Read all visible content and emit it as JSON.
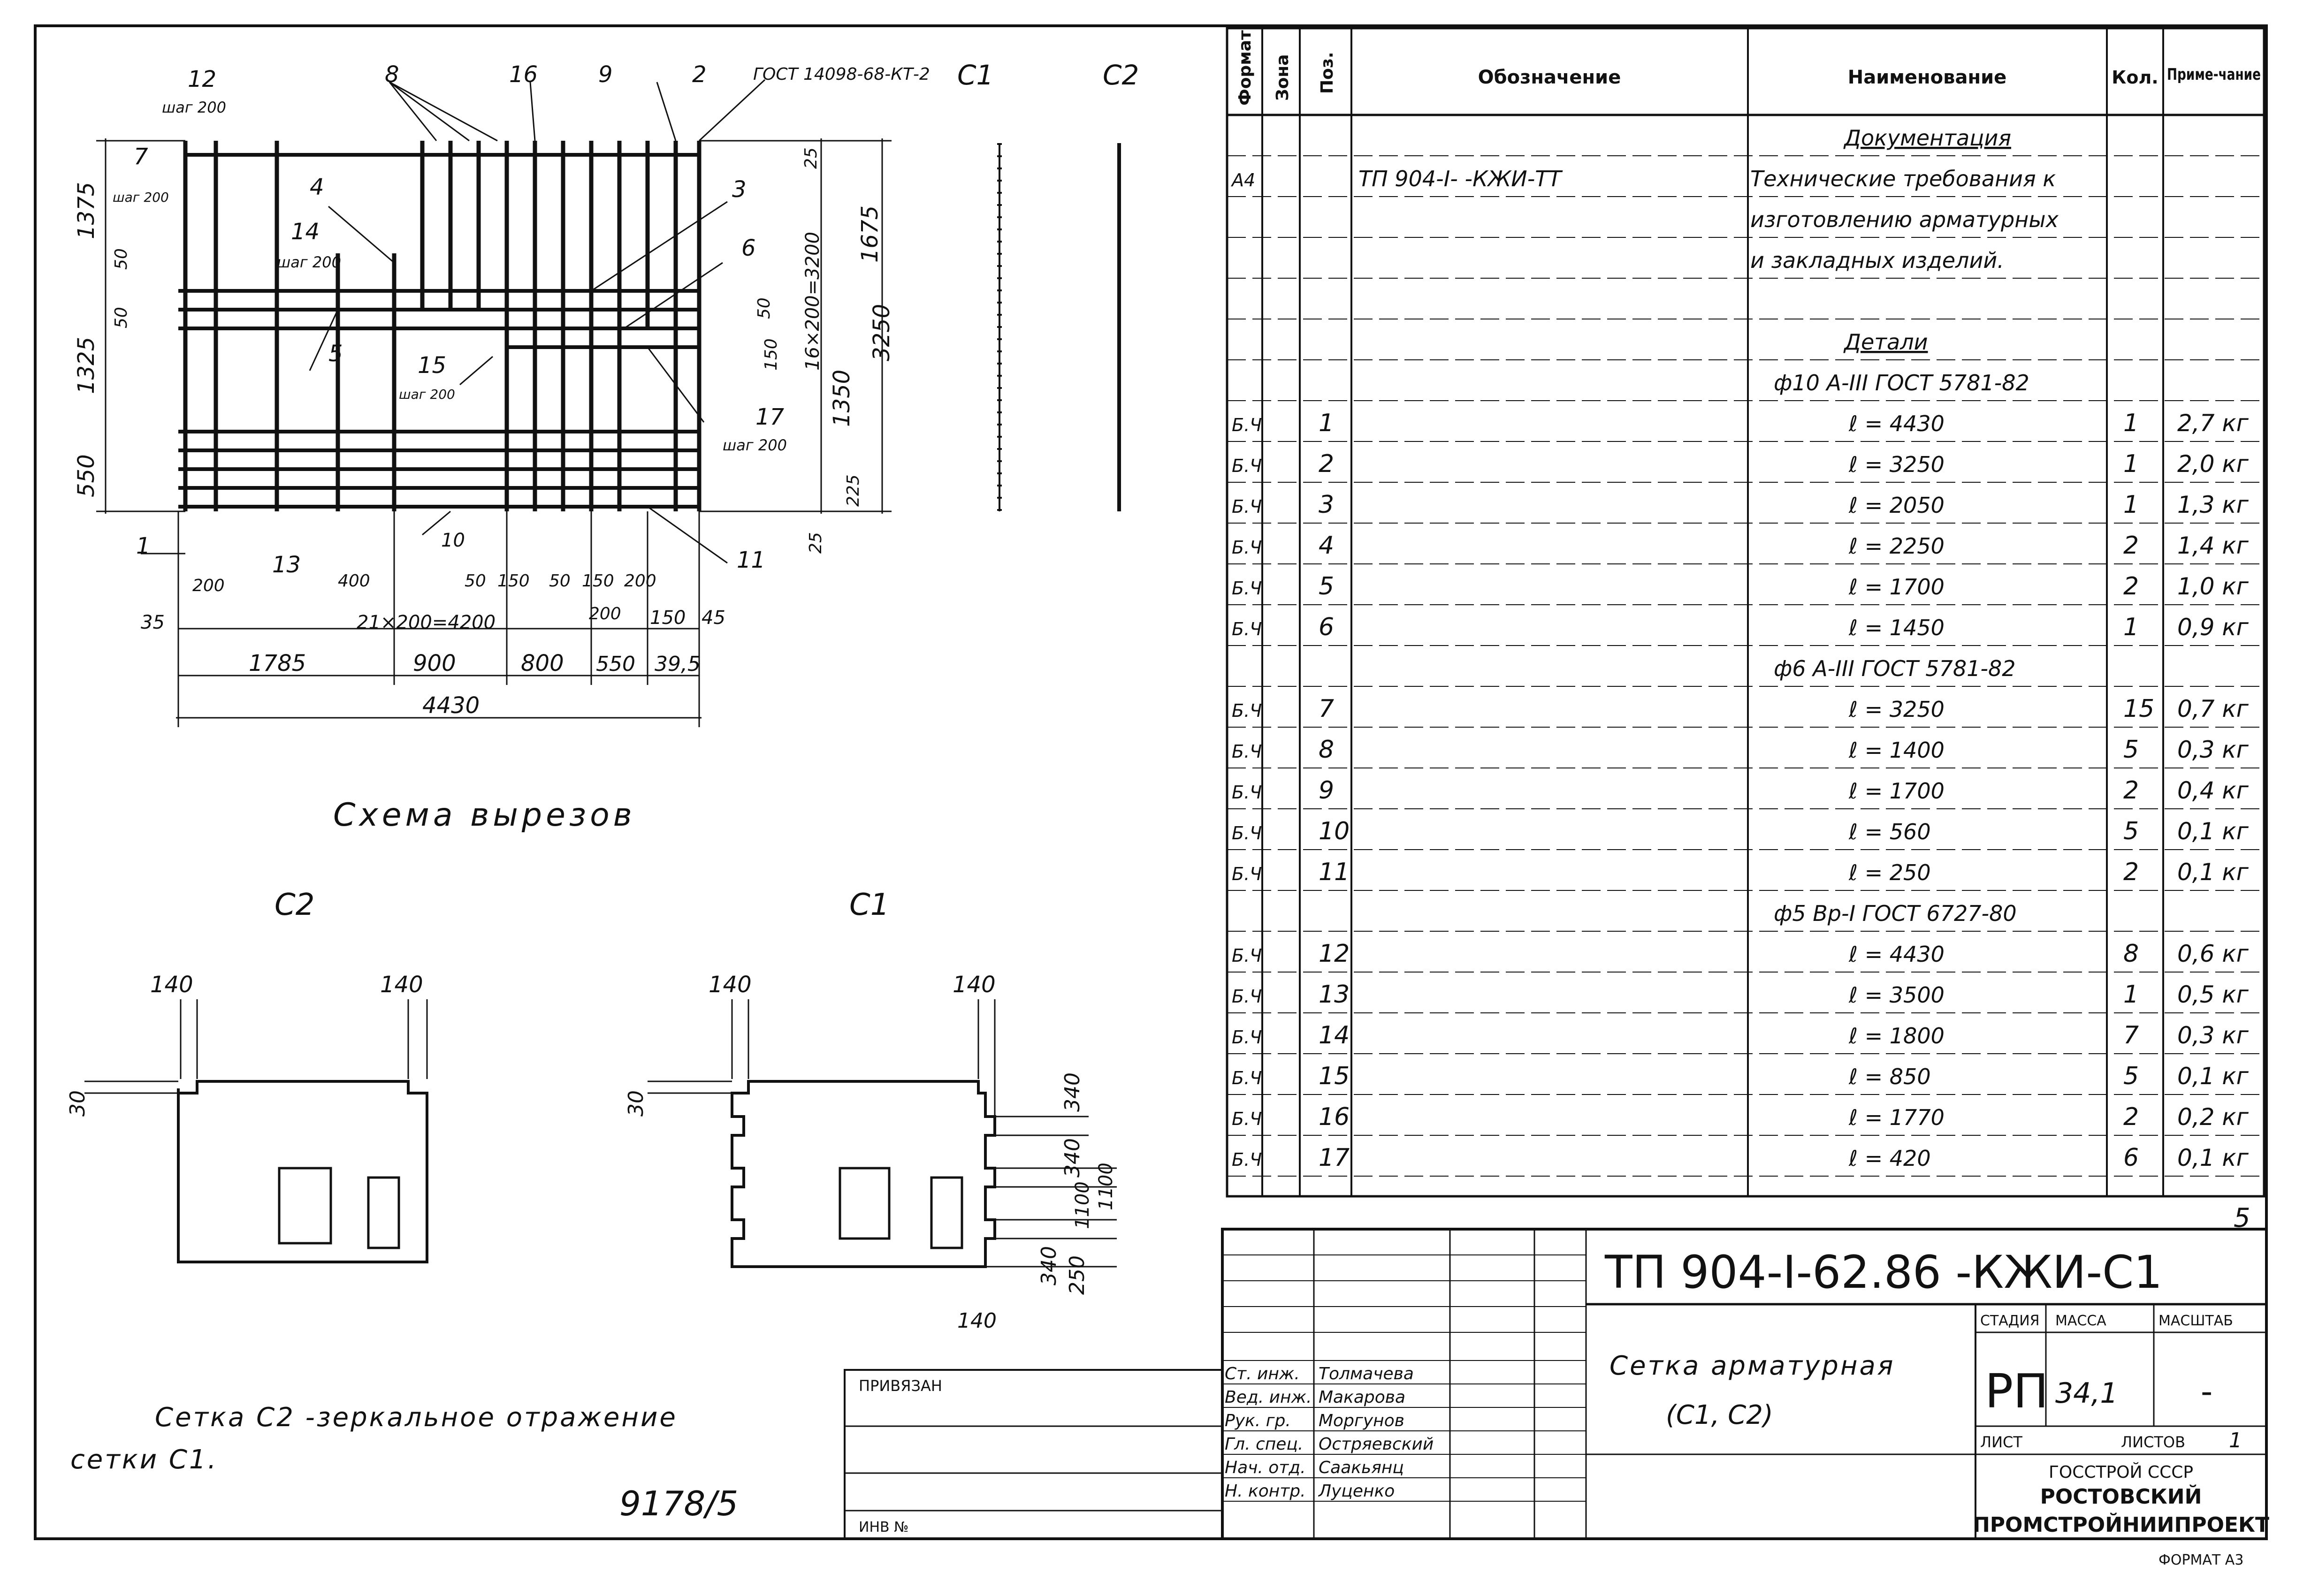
{
  "drawing": {
    "sheet_code": "ТП 904-I-62.86 -КЖИ-С1",
    "title": "Сетка арматурная",
    "subtitle": "(С1, С2)",
    "sheet_number_top": "5",
    "bottom_code": "9178/5",
    "format_label": "ФОРМАТ А3",
    "note": [
      "Сетка С2 -зеркальное отражение",
      "сетки С1."
    ],
    "diagram_title": "Схема вырезов",
    "grid_labels": {
      "c1": "С1",
      "c2": "С2",
      "gost": "ГОСТ 14098-68-КТ-2"
    },
    "grid_dims": {
      "d1375": "1375",
      "d50a": "50",
      "d50b": "50",
      "d1325": "1325",
      "d550": "550",
      "d25a": "25",
      "d16x200": "16×200=3200",
      "d1675": "1675",
      "d3250": "3250",
      "d50c": "50",
      "d150": "150",
      "d1350": "1350",
      "d225": "225",
      "d25b": "25",
      "d35": "35",
      "d200a": "200",
      "d400": "400",
      "d21x200": "21×200=4200",
      "d50d": "50",
      "d150b": "150",
      "d50e": "50",
      "d150c": "150",
      "d200b": "200",
      "d200c": "200",
      "d150d": "150",
      "d45": "45",
      "d1785": "1785",
      "d900": "900",
      "d800": "800",
      "d550b": "550",
      "d395": "39,5",
      "d4430": "4430"
    },
    "positions": {
      "p12": "12",
      "p8": "8",
      "p16": "16",
      "p9": "9",
      "p2": "2",
      "p7": "7",
      "p4": "4",
      "p3": "3",
      "p14": "14",
      "p6": "6",
      "p5": "5",
      "p15": "15",
      "p17": "17",
      "p1": "1",
      "p13": "13",
      "p10": "10",
      "p11": "11",
      "step": "шаг 200"
    },
    "cut_schemes": {
      "c2_title": "С2",
      "c1_title": "С1",
      "d140": "140",
      "d30": "30",
      "d340": "340",
      "d1100": "1100",
      "d250": "250"
    }
  },
  "spec_table": {
    "headers": [
      "Формат",
      "Зона",
      "Поз.",
      "Обозначение",
      "Наименование",
      "Кол.",
      "Приме-чание"
    ],
    "rows": [
      {
        "format": "",
        "zone": "",
        "pos": "",
        "designation": "",
        "name": "Документация",
        "qty": "",
        "note": "",
        "heading": true
      },
      {
        "format": "А4",
        "zone": "",
        "pos": "",
        "designation": "ТП 904-I-   -КЖИ-ТТ",
        "name": "Технические требования к",
        "qty": "",
        "note": ""
      },
      {
        "format": "",
        "zone": "",
        "pos": "",
        "designation": "",
        "name": "изготовлению арматурных",
        "qty": "",
        "note": ""
      },
      {
        "format": "",
        "zone": "",
        "pos": "",
        "designation": "",
        "name": "и закладных изделий.",
        "qty": "",
        "note": ""
      },
      {
        "format": "",
        "zone": "",
        "pos": "",
        "designation": "",
        "name": "",
        "qty": "",
        "note": ""
      },
      {
        "format": "",
        "zone": "",
        "pos": "",
        "designation": "",
        "name": "Детали",
        "qty": "",
        "note": "",
        "heading": true
      },
      {
        "format": "",
        "zone": "",
        "pos": "",
        "designation": "",
        "name": "ф10 А-III  ГОСТ 5781-82",
        "qty": "",
        "note": ""
      },
      {
        "format": "Б.Ч",
        "zone": "",
        "pos": "1",
        "designation": "",
        "name": "ℓ = 4430",
        "qty": "1",
        "note": "2,7 кг"
      },
      {
        "format": "Б.Ч",
        "zone": "",
        "pos": "2",
        "designation": "",
        "name": "ℓ = 3250",
        "qty": "1",
        "note": "2,0 кг"
      },
      {
        "format": "Б.Ч",
        "zone": "",
        "pos": "3",
        "designation": "",
        "name": "ℓ = 2050",
        "qty": "1",
        "note": "1,3 кг"
      },
      {
        "format": "Б.Ч",
        "zone": "",
        "pos": "4",
        "designation": "",
        "name": "ℓ = 2250",
        "qty": "2",
        "note": "1,4 кг"
      },
      {
        "format": "Б.Ч",
        "zone": "",
        "pos": "5",
        "designation": "",
        "name": "ℓ = 1700",
        "qty": "2",
        "note": "1,0 кг"
      },
      {
        "format": "Б.Ч",
        "zone": "",
        "pos": "6",
        "designation": "",
        "name": "ℓ = 1450",
        "qty": "1",
        "note": "0,9 кг"
      },
      {
        "format": "",
        "zone": "",
        "pos": "",
        "designation": "",
        "name": "ф6 А-III  ГОСТ 5781-82",
        "qty": "",
        "note": ""
      },
      {
        "format": "Б.Ч",
        "zone": "",
        "pos": "7",
        "designation": "",
        "name": "ℓ = 3250",
        "qty": "15",
        "note": "0,7 кг"
      },
      {
        "format": "Б.Ч",
        "zone": "",
        "pos": "8",
        "designation": "",
        "name": "ℓ = 1400",
        "qty": "5",
        "note": "0,3 кг"
      },
      {
        "format": "Б.Ч",
        "zone": "",
        "pos": "9",
        "designation": "",
        "name": "ℓ = 1700",
        "qty": "2",
        "note": "0,4 кг"
      },
      {
        "format": "Б.Ч",
        "zone": "",
        "pos": "10",
        "designation": "",
        "name": "ℓ = 560",
        "qty": "5",
        "note": "0,1 кг"
      },
      {
        "format": "Б.Ч",
        "zone": "",
        "pos": "11",
        "designation": "",
        "name": "ℓ = 250",
        "qty": "2",
        "note": "0,1 кг"
      },
      {
        "format": "",
        "zone": "",
        "pos": "",
        "designation": "",
        "name": "ф5 Вр-I  ГОСТ 6727-80",
        "qty": "",
        "note": ""
      },
      {
        "format": "Б.Ч",
        "zone": "",
        "pos": "12",
        "designation": "",
        "name": "ℓ = 4430",
        "qty": "8",
        "note": "0,6 кг"
      },
      {
        "format": "Б.Ч",
        "zone": "",
        "pos": "13",
        "designation": "",
        "name": "ℓ = 3500",
        "qty": "1",
        "note": "0,5 кг"
      },
      {
        "format": "Б.Ч",
        "zone": "",
        "pos": "14",
        "designation": "",
        "name": "ℓ = 1800",
        "qty": "7",
        "note": "0,3 кг"
      },
      {
        "format": "Б.Ч",
        "zone": "",
        "pos": "15",
        "designation": "",
        "name": "ℓ = 850",
        "qty": "5",
        "note": "0,1 кг"
      },
      {
        "format": "Б.Ч",
        "zone": "",
        "pos": "16",
        "designation": "",
        "name": "ℓ = 1770",
        "qty": "2",
        "note": "0,2 кг"
      },
      {
        "format": "Б.Ч",
        "zone": "",
        "pos": "17",
        "designation": "",
        "name": "ℓ = 420",
        "qty": "6",
        "note": "0,1 кг"
      }
    ]
  },
  "title_block": {
    "stage_label": "СТАДИЯ",
    "mass_label": "МАССА",
    "scale_label": "МАСШТАБ",
    "stage": "РП",
    "mass": "34,1",
    "scale": "-",
    "sheet_label": "ЛИСТ",
    "sheets_label": "ЛИСТОВ",
    "sheets": "1",
    "org_line1": "ГОССТРОЙ СССР",
    "org_line2": "РОСТОВСКИЙ",
    "org_line3": "ПРОМСТРОЙНИИПРОЕКТ",
    "attached_label": "ПРИВЯЗАН",
    "inv_label": "ИНВ №",
    "staff": [
      {
        "role": "Ст. инж.",
        "name": "Толмачева"
      },
      {
        "role": "Вед. инж.",
        "name": "Макарова"
      },
      {
        "role": "Рук. гр.",
        "name": "Моргунов"
      },
      {
        "role": "Гл. спец.",
        "name": "Остряевский"
      },
      {
        "role": "Нач. отд.",
        "name": "Саакьянц"
      },
      {
        "role": "Н. контр.",
        "name": "Луценко"
      }
    ]
  }
}
